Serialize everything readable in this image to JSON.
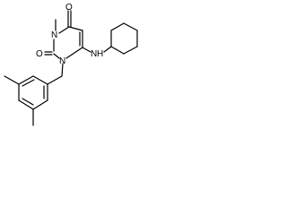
{
  "molecule": {
    "atoms": {
      "o_top": "O",
      "n3": "N",
      "o_left": "O",
      "n1": "N",
      "nh": "N",
      "h": "H"
    }
  },
  "colors": {
    "bond": "#000000",
    "label": "#000000",
    "background": "#ffffff"
  }
}
